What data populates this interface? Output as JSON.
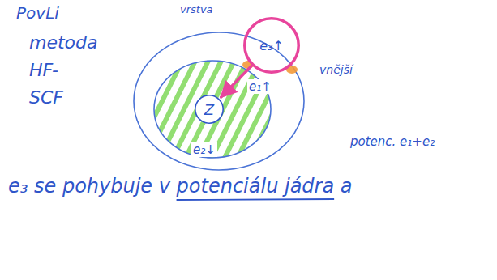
{
  "diagram": {
    "nodes": [
      {
        "text": [
          "Z"
        ]
      },
      {
        "text": [
          "e₃↑"
        ]
      }
    ],
    "edges": [
      {
        "from": 1,
        "to": 0,
        "arrow": "to"
      }
    ],
    "labels": [
      "PovLi",
      "metoda HF- SCF",
      "vrstva",
      "e₁↑",
      "e₂↓",
      "vnější",
      "potenc. e₁+e₂",
      "e₃ se pohybuje v potenciálu jádra a"
    ]
  }
}
